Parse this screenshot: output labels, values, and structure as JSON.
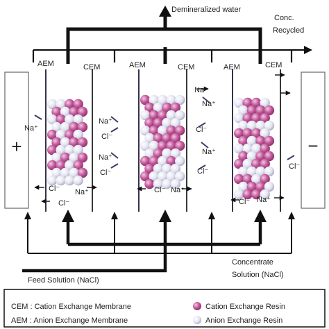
{
  "labels": {
    "demineralized": "Demineralized water",
    "conc_line1": "Conc.",
    "conc_line2": "Recycled",
    "feed": "Feed Solution (NaCl)",
    "concentrate_line1": "Concentrate",
    "concentrate_line2": "Solution (NaCl)",
    "anode_sign": "+",
    "cathode_sign": "−"
  },
  "membranes": [
    "AEM",
    "CEM",
    "AEM",
    "CEM",
    "AEM",
    "CEM"
  ],
  "ions": {
    "na": "Na⁺",
    "cl": "Cl⁻"
  },
  "legend": {
    "cem_def": "CEM : Cation Exchange Membrane",
    "aem_def": "AEM : Anion Exchange Membrane",
    "cation_resin": "Cation Exchange Resin",
    "anion_resin": "Anion Exchange Resin"
  },
  "colors": {
    "cation_resin": "#c2589a",
    "anion_resin": "#dcdcef",
    "line": "#111111"
  }
}
